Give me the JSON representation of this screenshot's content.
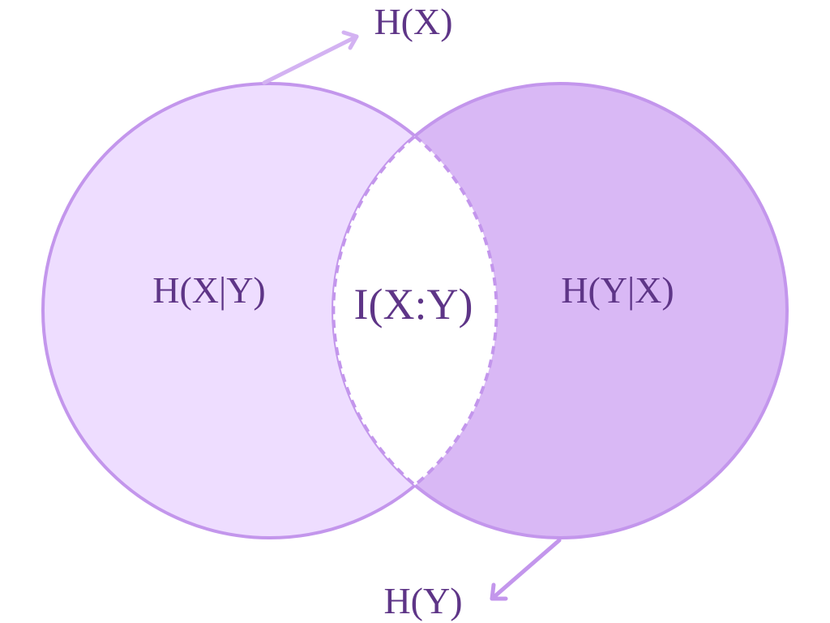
{
  "diagram": {
    "type": "venn",
    "labels": {
      "hx": "H(X)",
      "hy": "H(Y)",
      "hx_given_y": "H(X|Y)",
      "hy_given_x": "H(Y|X)",
      "mutual_information": "I(X:Y)"
    },
    "colors": {
      "left_fill": "#eeddff",
      "right_fill": "#d9b8f5",
      "intersection_fill": "#ffffff",
      "stroke": "#c396ec",
      "arrow": "#d3b2f2",
      "text": "#5e3587"
    }
  }
}
